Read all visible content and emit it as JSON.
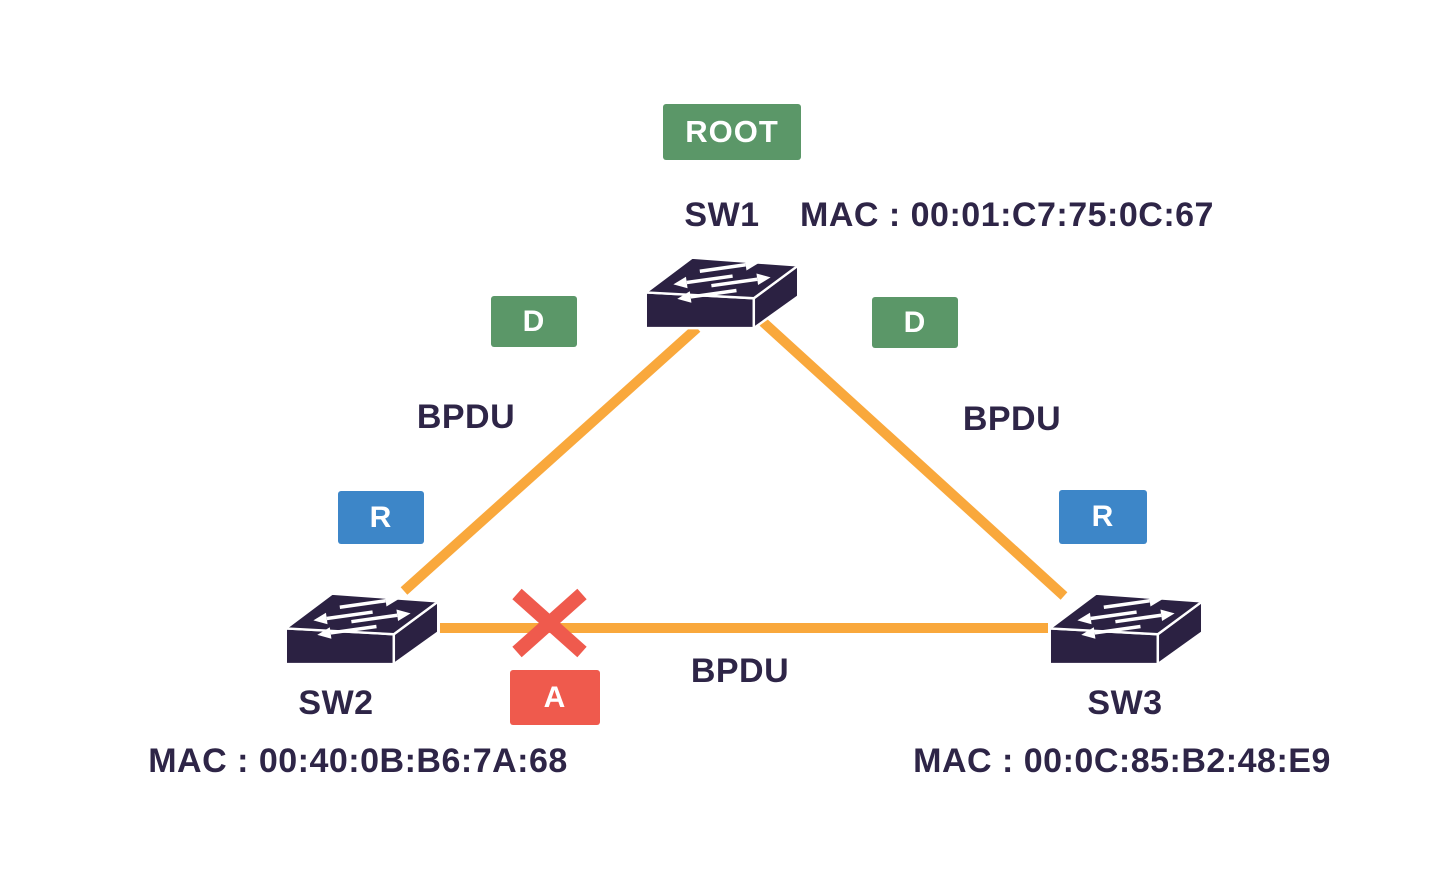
{
  "diagram": {
    "description_badge": {
      "label": "ROOT"
    },
    "switches": {
      "sw1": {
        "label": "SW1",
        "mac": "MAC : 00:01:C7:75:0C:67"
      },
      "sw2": {
        "label": "SW2",
        "mac": "MAC : 00:40:0B:B6:7A:68"
      },
      "sw3": {
        "label": "SW3",
        "mac": "MAC : 00:0C:85:B2:48:E9"
      }
    },
    "port_badges": {
      "d_left": {
        "label": "D"
      },
      "d_right": {
        "label": "D"
      },
      "r_left": {
        "label": "R"
      },
      "r_right": {
        "label": "R"
      },
      "a_bottom": {
        "label": "A"
      }
    },
    "links": {
      "sw1_sw2": {
        "label": "BPDU"
      },
      "sw1_sw3": {
        "label": "BPDU"
      },
      "sw2_sw3": {
        "label": "BPDU",
        "blocked_marker": "X"
      }
    },
    "colors": {
      "designated_green": "#5b9768",
      "root_blue": "#3d86c8",
      "alternate_red": "#ef5a4d",
      "link_orange": "#f9a83c",
      "switch_dark": "#2b2142",
      "text_dark": "#2e2547"
    }
  }
}
